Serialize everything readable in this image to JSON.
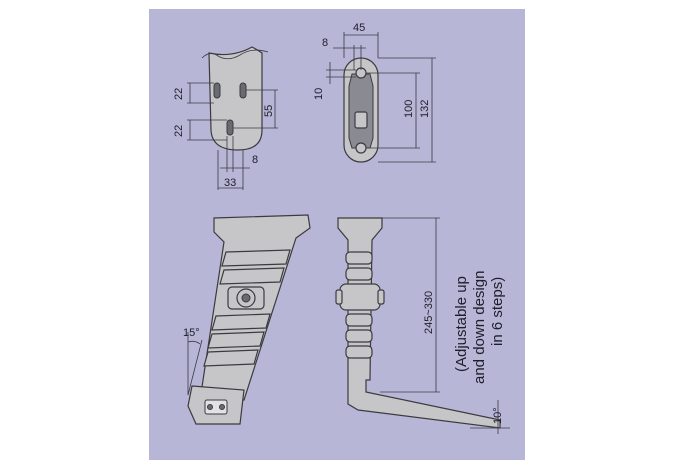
{
  "dimensions": {
    "top_left": {
      "d22a": "22",
      "d22b": "22",
      "d55": "55",
      "d8": "8",
      "d33": "33"
    },
    "top_right": {
      "d45": "45",
      "d8": "8",
      "d10": "10",
      "d100": "100",
      "d132": "132"
    },
    "side": {
      "range": "245~330",
      "angle_left": "15°",
      "angle_right": "10°"
    }
  },
  "note": {
    "line1": "(Adjustable up",
    "line2": "and down design",
    "line3": "in 6 steps)"
  },
  "colors": {
    "panel": "#b8b6d6",
    "part": "#c6c6c8",
    "outline": "#3a3a40"
  }
}
